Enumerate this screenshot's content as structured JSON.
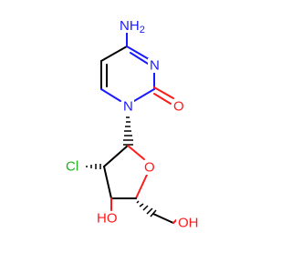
{
  "colors": {
    "background": "#ffffff",
    "bond": "#000000",
    "nitrogen": "#1a1aff",
    "oxygen": "#ff1a1a",
    "chlorine": "#1fb51f"
  },
  "atoms": {
    "nh2": {
      "main": "N",
      "h": "H",
      "sub": "2"
    },
    "n3": {
      "text": "N"
    },
    "n1": {
      "text": "N"
    },
    "o_carbonyl": {
      "text": "O"
    },
    "cl": {
      "text": "Cl"
    },
    "o_ring": {
      "text": "O"
    },
    "oh_3": {
      "text": "HO"
    },
    "oh_5": {
      "text": "OH"
    }
  }
}
